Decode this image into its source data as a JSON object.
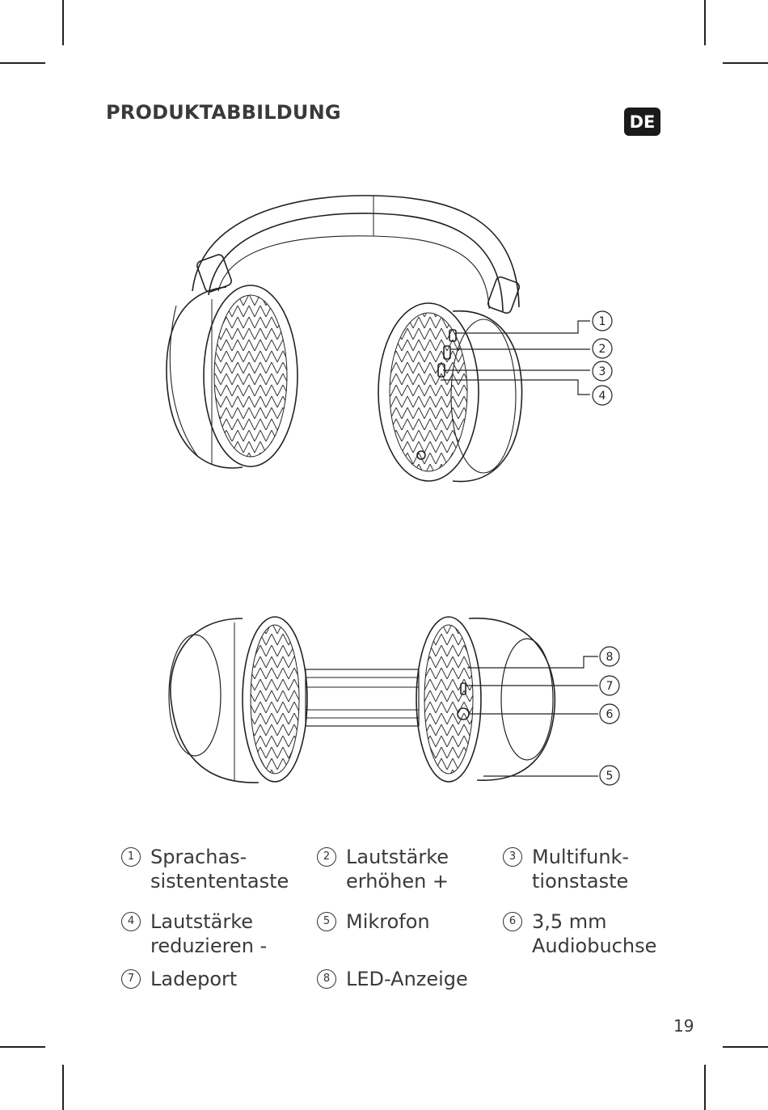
{
  "page": {
    "title": "PRODUKTABBILDUNG",
    "language_badge": "DE",
    "page_number": "19"
  },
  "callouts_top": [
    "1",
    "2",
    "3",
    "4"
  ],
  "callouts_bottom": [
    "8",
    "7",
    "6",
    "5"
  ],
  "legend": [
    {
      "num": "1",
      "label": "Sprachas-\nsistententaste"
    },
    {
      "num": "2",
      "label": "Lautstärke\nerhöhen +"
    },
    {
      "num": "3",
      "label": "Multifunk-\ntionstaste"
    },
    {
      "num": "4",
      "label": "Lautstärke\nreduzieren -"
    },
    {
      "num": "5",
      "label": "Mikrofon"
    },
    {
      "num": "6",
      "label": "3,5 mm\nAudiobuchse"
    },
    {
      "num": "7",
      "label": "Ladeport"
    },
    {
      "num": "8",
      "label": "LED-Anzeige"
    }
  ],
  "colors": {
    "badge_bg": "#1a1a1a",
    "text": "#3a3a3a"
  }
}
